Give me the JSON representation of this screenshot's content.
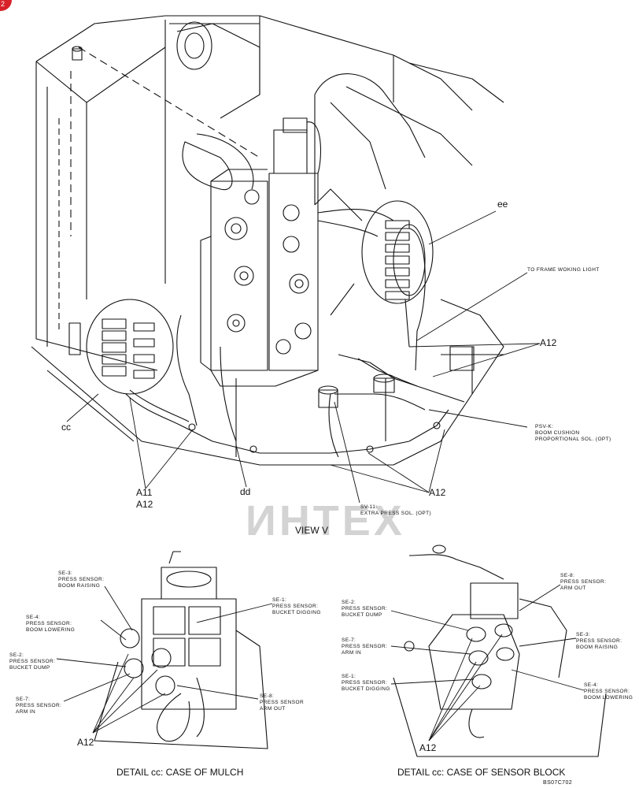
{
  "page_badge": "2",
  "watermark": "ИНТЕХ",
  "main": {
    "view_title": "VIEW V",
    "labels": {
      "ee": "ee",
      "cc": "cc",
      "dd": "dd",
      "a11": "A11",
      "a12_left": "A12",
      "a12_right_top": "A12",
      "a12_bottom": "A12",
      "to_frame": "TO FRAME WOKING LIGHT",
      "psv_k_1": "PSV-K:",
      "psv_k_2": "BOOM CUSHION",
      "psv_k_3": "PROPORTIONAL SOL. (OPT)",
      "sv11_1": "SV-11:",
      "sv11_2": "EXTRA PRESS SOL. (OPT)"
    }
  },
  "detail_mulch": {
    "title": "DETAIL cc: CASE OF MULCH",
    "se3": [
      "SE-3:",
      "PRESS SENSOR:",
      "BOOM RAISING"
    ],
    "se4": [
      "SE-4:",
      "PRESS SENSOR:",
      "BOOM LOWERING"
    ],
    "se2": [
      "SE-2:",
      "PRESS SENSOR:",
      "BUCKET DUMP"
    ],
    "se7": [
      "SE-7:",
      "PRESS SENSOR:",
      "ARM IN"
    ],
    "se1": [
      "SE-1:",
      "PRESS SENSOR:",
      "BUCKET DIGGING"
    ],
    "se8": [
      "SE-8:",
      "PRESS SENSOR",
      "ARM OUT"
    ],
    "a12": "A12"
  },
  "detail_sensor_block": {
    "title": "DETAIL cc: CASE OF SENSOR BLOCK",
    "se2": [
      "SE-2:",
      "PRESS SENSOR:",
      "BUCKET DUMP"
    ],
    "se7": [
      "SE-7:",
      "PRESS SENSOR:",
      "ARM IN"
    ],
    "se1": [
      "SE-1:",
      "PRESS SENSOR:",
      "BUCKET DIGGING"
    ],
    "se8": [
      "SE-8:",
      "PRESS SENSOR:",
      "ARM OUT"
    ],
    "se3": [
      "SE-3:",
      "PRESS SENSOR:",
      "BOOM RAISING"
    ],
    "se4": [
      "SE-4:",
      "PRESS SENSOR:",
      "BOOM LOWERING"
    ],
    "a12": "A12"
  },
  "drawing_code": "BS07C702"
}
